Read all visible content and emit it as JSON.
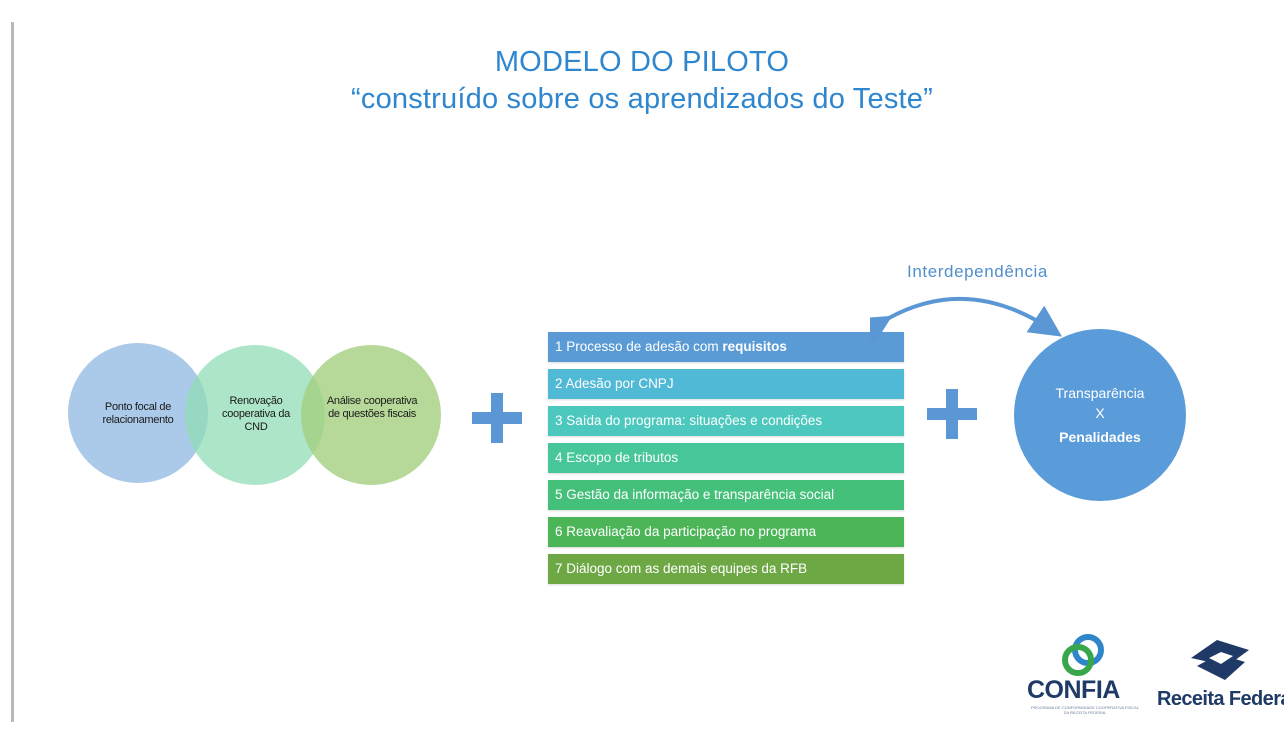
{
  "title": {
    "line1": "MODELO DO PILOTO",
    "line2": "“construído sobre os aprendizados do Teste”"
  },
  "venn": {
    "circle1": "Ponto focal de relacionamento",
    "circle2": "Renovação cooperativa da CND",
    "circle3": "Análise cooperativa de questões fiscais"
  },
  "steps": [
    {
      "text": "1 Processo de adesão com ",
      "bold": "requisitos",
      "color": "#5a9bd6"
    },
    {
      "text": "2 Adesão por CNPJ",
      "bold": "",
      "color": "#4fb9d6"
    },
    {
      "text": "3 Saída do programa: situações e condições",
      "bold": "",
      "color": "#4cc8be"
    },
    {
      "text": "4 Escopo de tributos",
      "bold": "",
      "color": "#46c699"
    },
    {
      "text": "5 Gestão da informação e transparência social",
      "bold": "",
      "color": "#45c07a"
    },
    {
      "text": "6 Reavaliação da participação no programa",
      "bold": "",
      "color": "#4bb557"
    },
    {
      "text": "7 Diálogo com as demais equipes da RFB",
      "bold": "",
      "color": "#6ea845"
    }
  ],
  "interdependencia": "Interdependência",
  "right_circle": {
    "line1": "Transparência",
    "line2": "X",
    "line3": "Penalidades"
  },
  "logos": {
    "confia": "CONFIA",
    "confia_sub": "PROGRAMA DE CONFORMIDADE COOPERATIVA FISCAL DA RECEITA FEDERAL",
    "receita": "Receita Federa"
  },
  "colors": {
    "title": "#2e86cf",
    "plus": "#5b97d4",
    "right_circle": "#5a9bd9"
  }
}
